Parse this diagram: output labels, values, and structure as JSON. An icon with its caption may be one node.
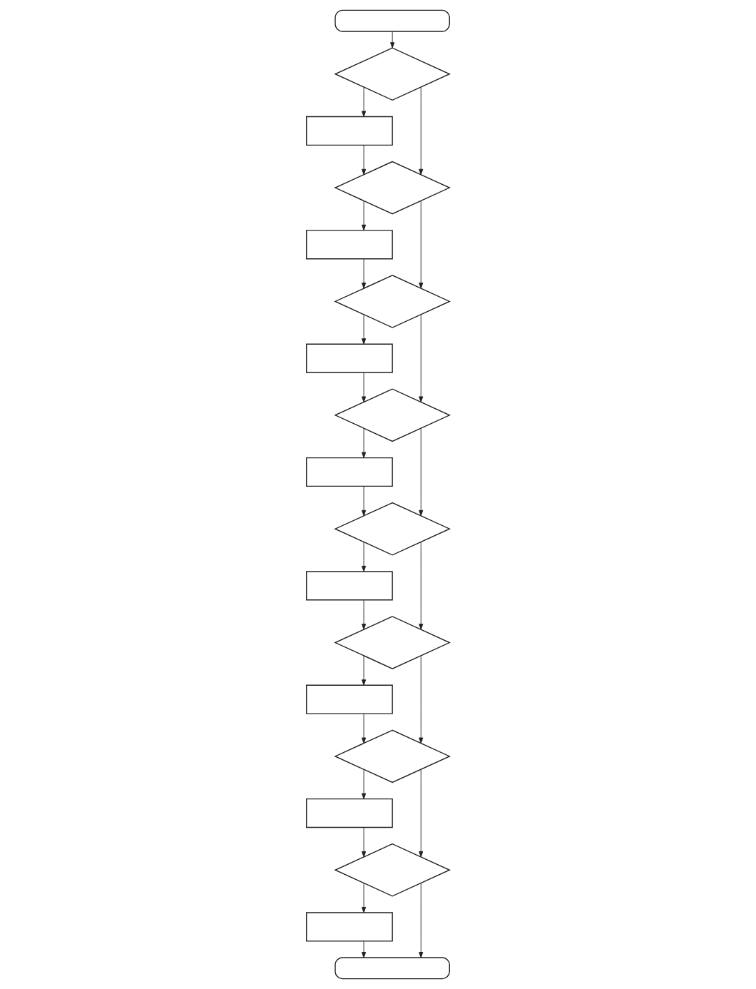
{
  "diagram": {
    "nodes": [
      {
        "text": [],
        "shape": "oval"
      },
      {
        "text": [],
        "shape": "diamond"
      },
      {
        "text": [],
        "shape": "box"
      },
      {
        "text": [],
        "shape": "diamond"
      },
      {
        "text": [],
        "shape": "box"
      },
      {
        "text": [],
        "shape": "diamond"
      },
      {
        "text": [],
        "shape": "box"
      },
      {
        "text": [],
        "shape": "diamond"
      },
      {
        "text": [],
        "shape": "box"
      },
      {
        "text": [],
        "shape": "diamond"
      },
      {
        "text": [],
        "shape": "box"
      },
      {
        "text": [],
        "shape": "diamond"
      },
      {
        "text": [],
        "shape": "box"
      },
      {
        "text": [],
        "shape": "diamond"
      },
      {
        "text": [],
        "shape": "box"
      },
      {
        "text": [],
        "shape": "diamond"
      },
      {
        "text": [],
        "shape": "box"
      },
      {
        "text": [],
        "shape": "oval"
      }
    ],
    "edges": [
      {
        "from": 0,
        "to": 1,
        "arrow": "to"
      },
      {
        "from": 1,
        "to": 2,
        "arrow": "to"
      },
      {
        "from": 1,
        "to": 3,
        "arrow": "to"
      },
      {
        "from": 2,
        "to": 3,
        "arrow": "to"
      },
      {
        "from": 3,
        "to": 4,
        "arrow": "to"
      },
      {
        "from": 3,
        "to": 5,
        "arrow": "to"
      },
      {
        "from": 4,
        "to": 5,
        "arrow": "to"
      },
      {
        "from": 5,
        "to": 6,
        "arrow": "to"
      },
      {
        "from": 5,
        "to": 7,
        "arrow": "to"
      },
      {
        "from": 6,
        "to": 7,
        "arrow": "to"
      },
      {
        "from": 7,
        "to": 8,
        "arrow": "to"
      },
      {
        "from": 7,
        "to": 9,
        "arrow": "to"
      },
      {
        "from": 8,
        "to": 9,
        "arrow": "to"
      },
      {
        "from": 9,
        "to": 10,
        "arrow": "to"
      },
      {
        "from": 9,
        "to": 11,
        "arrow": "to"
      },
      {
        "from": 10,
        "to": 11,
        "arrow": "to"
      },
      {
        "from": 11,
        "to": 12,
        "arrow": "to"
      },
      {
        "from": 11,
        "to": 13,
        "arrow": "to"
      },
      {
        "from": 12,
        "to": 13,
        "arrow": "to"
      },
      {
        "from": 13,
        "to": 14,
        "arrow": "to"
      },
      {
        "from": 13,
        "to": 15,
        "arrow": "to"
      },
      {
        "from": 14,
        "to": 15,
        "arrow": "to"
      },
      {
        "from": 15,
        "to": 16,
        "arrow": "to"
      },
      {
        "from": 15,
        "to": 17,
        "arrow": "to"
      },
      {
        "from": 16,
        "to": 17,
        "arrow": "to"
      }
    ]
  }
}
